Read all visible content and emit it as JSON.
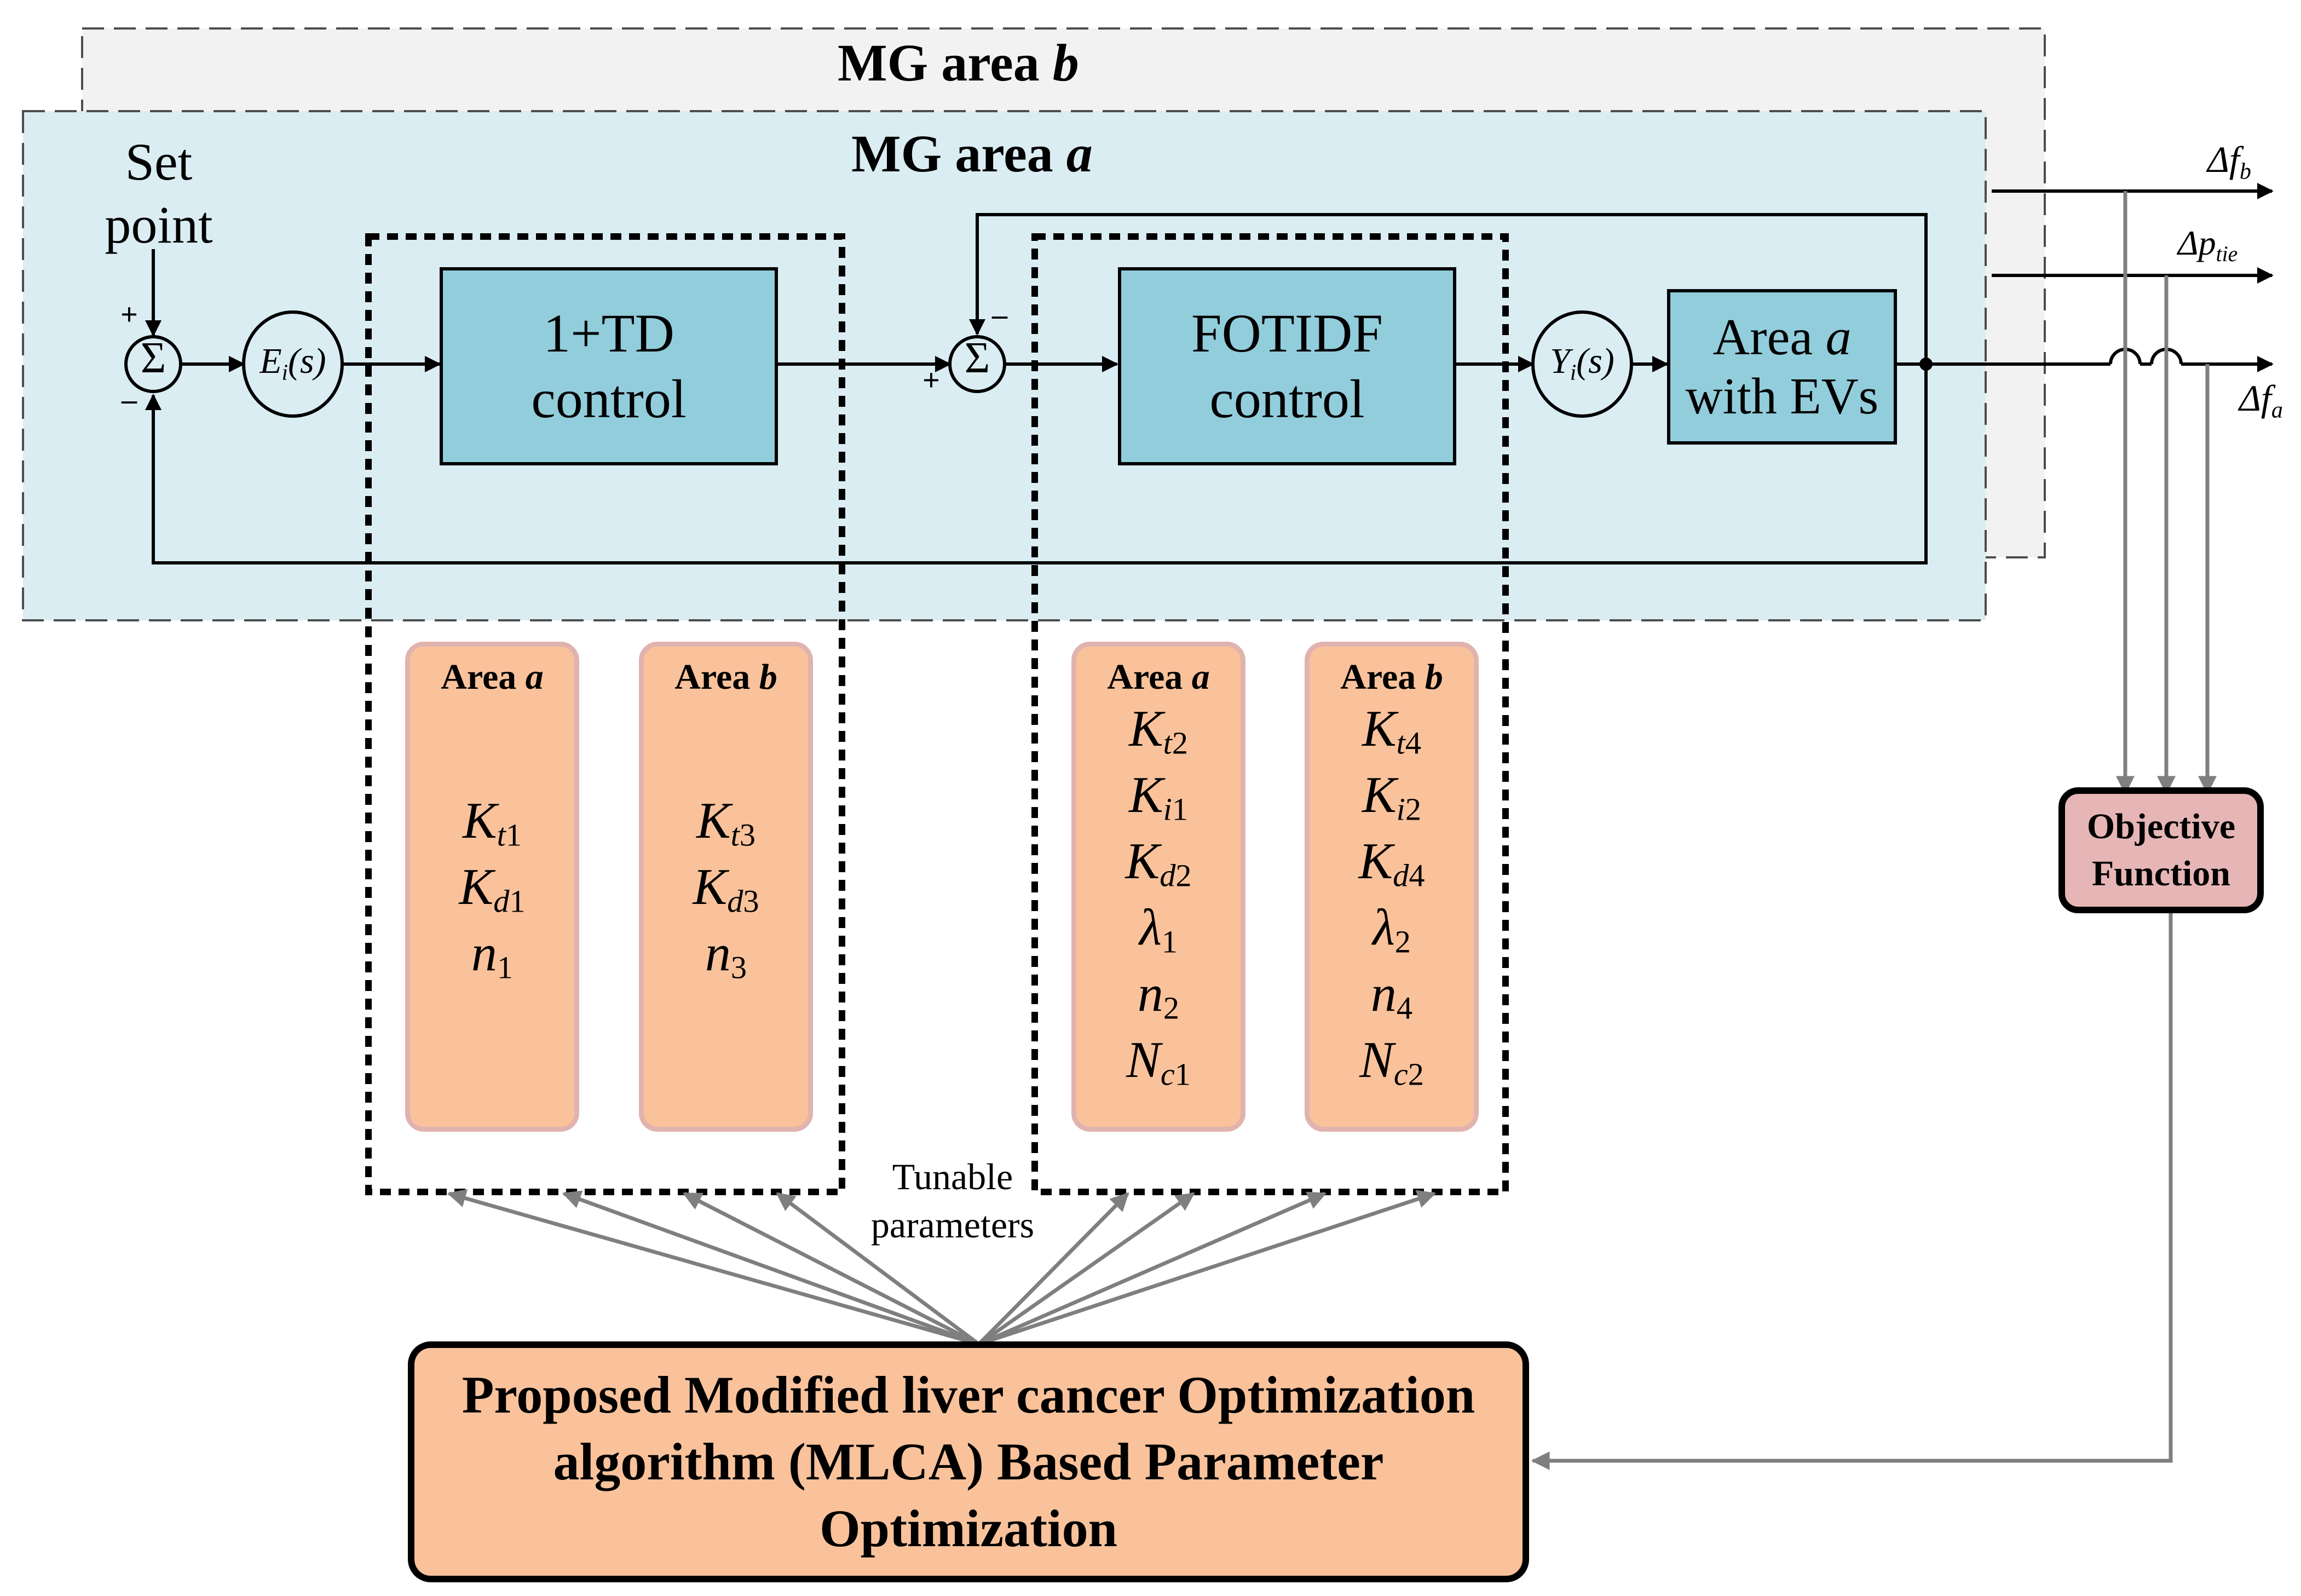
{
  "areas": {
    "back_title_prefix": "MG area ",
    "back_title_var": "b",
    "front_title_prefix": "MG area ",
    "front_title_var": "a"
  },
  "setpoint": {
    "line1": "Set",
    "line2": "point"
  },
  "signs": {
    "plus": "+",
    "minus": "–"
  },
  "summing": {
    "symbol": "Σ"
  },
  "error_node": {
    "var": "E",
    "sub": "i",
    "arg": "(s)"
  },
  "output_node": {
    "var": "Y",
    "sub": "i",
    "arg": "(s)"
  },
  "blocks": {
    "td": {
      "line1": "1+TD",
      "line2": "control"
    },
    "fotidf": {
      "line1": "FOTIDF",
      "line2": "control"
    },
    "plant": {
      "line1_prefix": "Area ",
      "line1_var": "a",
      "line2": "with EVs"
    }
  },
  "outputs": {
    "fb": {
      "sym": "Δf",
      "sub": "b"
    },
    "ptie": {
      "sym": "Δp",
      "sub": "tie"
    },
    "fa": {
      "sym": "Δf",
      "sub": "a"
    }
  },
  "param_panels": [
    {
      "title_prefix": "Area ",
      "title_var": "a",
      "params": [
        {
          "sym": "K",
          "sub_var": "t",
          "sub_num": "1"
        },
        {
          "sym": "K",
          "sub_var": "d",
          "sub_num": "1"
        },
        {
          "sym": "n",
          "sub_var": "",
          "sub_num": "1"
        }
      ]
    },
    {
      "title_prefix": "Area ",
      "title_var": "b",
      "params": [
        {
          "sym": "K",
          "sub_var": "t",
          "sub_num": "3"
        },
        {
          "sym": "K",
          "sub_var": "d",
          "sub_num": "3"
        },
        {
          "sym": "n",
          "sub_var": "",
          "sub_num": "3"
        }
      ]
    },
    {
      "title_prefix": "Area ",
      "title_var": "a",
      "params": [
        {
          "sym": "K",
          "sub_var": "t",
          "sub_num": "2"
        },
        {
          "sym": "K",
          "sub_var": "i",
          "sub_num": "1"
        },
        {
          "sym": "K",
          "sub_var": "d",
          "sub_num": "2"
        },
        {
          "sym": "λ",
          "sub_var": "",
          "sub_num": "1"
        },
        {
          "sym": "n",
          "sub_var": "",
          "sub_num": "2"
        },
        {
          "sym": "N",
          "sub_var": "c",
          "sub_num": "1"
        }
      ]
    },
    {
      "title_prefix": "Area ",
      "title_var": "b",
      "params": [
        {
          "sym": "K",
          "sub_var": "t",
          "sub_num": "4"
        },
        {
          "sym": "K",
          "sub_var": "i",
          "sub_num": "2"
        },
        {
          "sym": "K",
          "sub_var": "d",
          "sub_num": "4"
        },
        {
          "sym": "λ",
          "sub_var": "",
          "sub_num": "2"
        },
        {
          "sym": "n",
          "sub_var": "",
          "sub_num": "4"
        },
        {
          "sym": "N",
          "sub_var": "c",
          "sub_num": "2"
        }
      ]
    }
  ],
  "tunable": {
    "line1": "Tunable",
    "line2": "parameters"
  },
  "objective": {
    "line1": "Objective",
    "line2": "Function"
  },
  "optimizer": {
    "line1": "Proposed Modified liver cancer Optimization",
    "line2": "algorithm (MLCA) Based Parameter",
    "line3": "Optimization"
  },
  "colors": {
    "area_fill": "#daedf3",
    "area_b_fill": "#f2f2f2",
    "block_fill": "#92cddc",
    "param_fill": "#f9c29b",
    "param_border": "#e1b3ae",
    "objective_fill": "#e6b6b6",
    "gray_line": "#7f7f7f"
  }
}
